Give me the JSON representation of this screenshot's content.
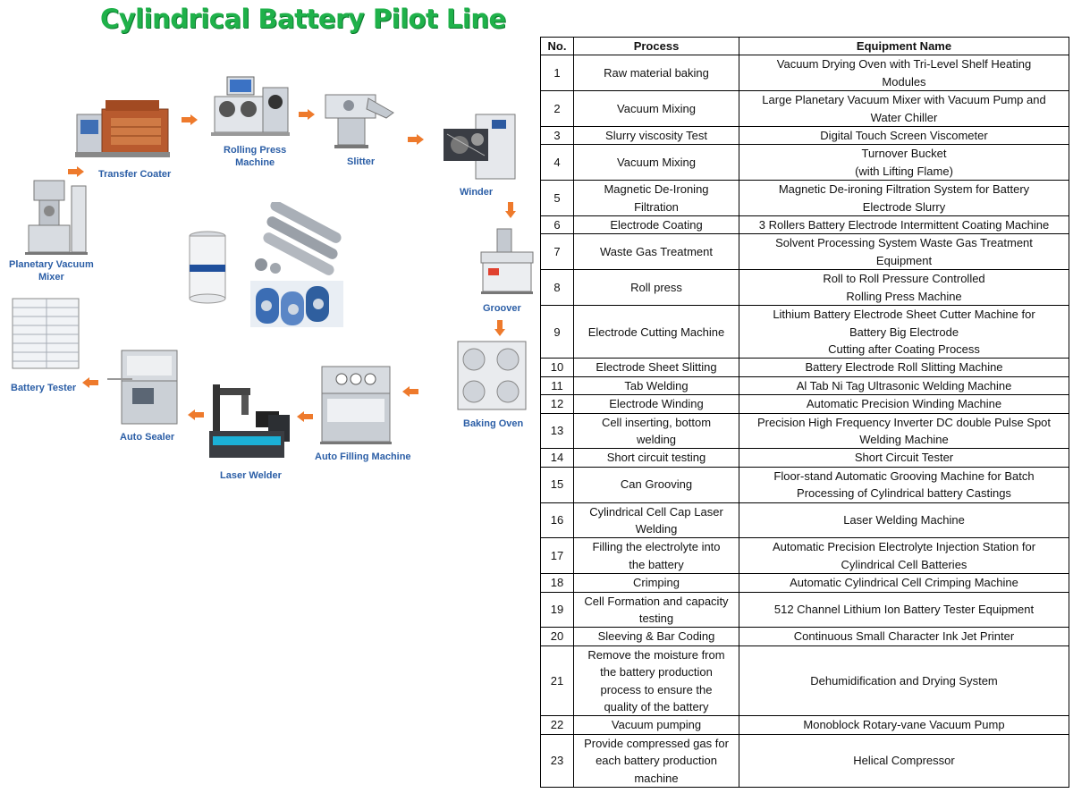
{
  "title": "Cylindrical Battery Pilot Line",
  "diagram": {
    "machines": [
      {
        "id": "transfer-coater",
        "label": "Transfer Coater"
      },
      {
        "id": "rolling-press",
        "label": "Rolling Press\nMachine"
      },
      {
        "id": "slitter",
        "label": "Slitter"
      },
      {
        "id": "winder",
        "label": "Winder"
      },
      {
        "id": "planetary-mixer",
        "label": "Planetary Vacuum\nMixer"
      },
      {
        "id": "groover",
        "label": "Groover"
      },
      {
        "id": "battery-tester",
        "label": "Battery Tester"
      },
      {
        "id": "auto-sealer",
        "label": "Auto Sealer"
      },
      {
        "id": "baking-oven",
        "label": "Baking Oven"
      },
      {
        "id": "laser-welder",
        "label": "Laser Welder"
      },
      {
        "id": "auto-filling",
        "label": "Auto Filling Machine"
      }
    ]
  },
  "table": {
    "headers": [
      "No.",
      "Process",
      "Equipment Name"
    ],
    "rows": [
      [
        "1",
        "Raw material baking",
        "Vacuum Drying Oven with Tri-Level Shelf Heating\nModules"
      ],
      [
        "2",
        "Vacuum Mixing",
        "Large Planetary Vacuum Mixer with Vacuum Pump and\nWater Chiller"
      ],
      [
        "3",
        "Slurry viscosity Test",
        "Digital Touch Screen Viscometer"
      ],
      [
        "4",
        "Vacuum Mixing",
        "Turnover Bucket\n(with Lifting Flame)"
      ],
      [
        "5",
        "Magnetic De-Ironing\nFiltration",
        "Magnetic De-ironing Filtration System for Battery\nElectrode Slurry"
      ],
      [
        "6",
        "Electrode Coating",
        "3 Rollers Battery Electrode Intermittent Coating Machine"
      ],
      [
        "7",
        "Waste Gas Treatment",
        "Solvent Processing System Waste Gas Treatment\nEquipment"
      ],
      [
        "8",
        "Roll press",
        "Roll to Roll Pressure Controlled\nRolling Press Machine"
      ],
      [
        "9",
        "Electrode Cutting Machine",
        "Lithium Battery Electrode Sheet Cutter Machine for\nBattery Big Electrode\nCutting after Coating Process"
      ],
      [
        "10",
        "Electrode Sheet Slitting",
        "Battery Electrode Roll Slitting Machine"
      ],
      [
        "11",
        "Tab Welding",
        "Al Tab Ni Tag Ultrasonic Welding Machine"
      ],
      [
        "12",
        "Electrode Winding",
        "Automatic Precision Winding Machine"
      ],
      [
        "13",
        "Cell inserting, bottom\nwelding",
        "Precision High Frequency Inverter DC double Pulse Spot\nWelding Machine"
      ],
      [
        "14",
        "Short circuit testing",
        "Short Circuit Tester"
      ],
      [
        "15",
        "Can Grooving",
        "Floor-stand Automatic Grooving Machine for Batch\nProcessing of Cylindrical battery Castings"
      ],
      [
        "16",
        "Cylindrical Cell Cap Laser\nWelding",
        "Laser Welding Machine"
      ],
      [
        "17",
        "Filling the electrolyte into\nthe battery",
        "Automatic Precision Electrolyte Injection Station for\nCylindrical Cell Batteries"
      ],
      [
        "18",
        "Crimping",
        "Automatic Cylindrical Cell Crimping Machine"
      ],
      [
        "19",
        "Cell Formation and capacity\ntesting",
        "512 Channel Lithium Ion Battery Tester Equipment"
      ],
      [
        "20",
        "Sleeving & Bar Coding",
        "Continuous Small Character Ink Jet Printer"
      ],
      [
        "21",
        "Remove the moisture from\nthe battery production\nprocess to ensure the\nquality of the battery",
        "Dehumidification and Drying System"
      ],
      [
        "22",
        "Vacuum pumping",
        "Monoblock Rotary-vane Vacuum Pump"
      ],
      [
        "23",
        "Provide compressed gas for\neach battery production\nmachine",
        "Helical Compressor"
      ]
    ]
  }
}
